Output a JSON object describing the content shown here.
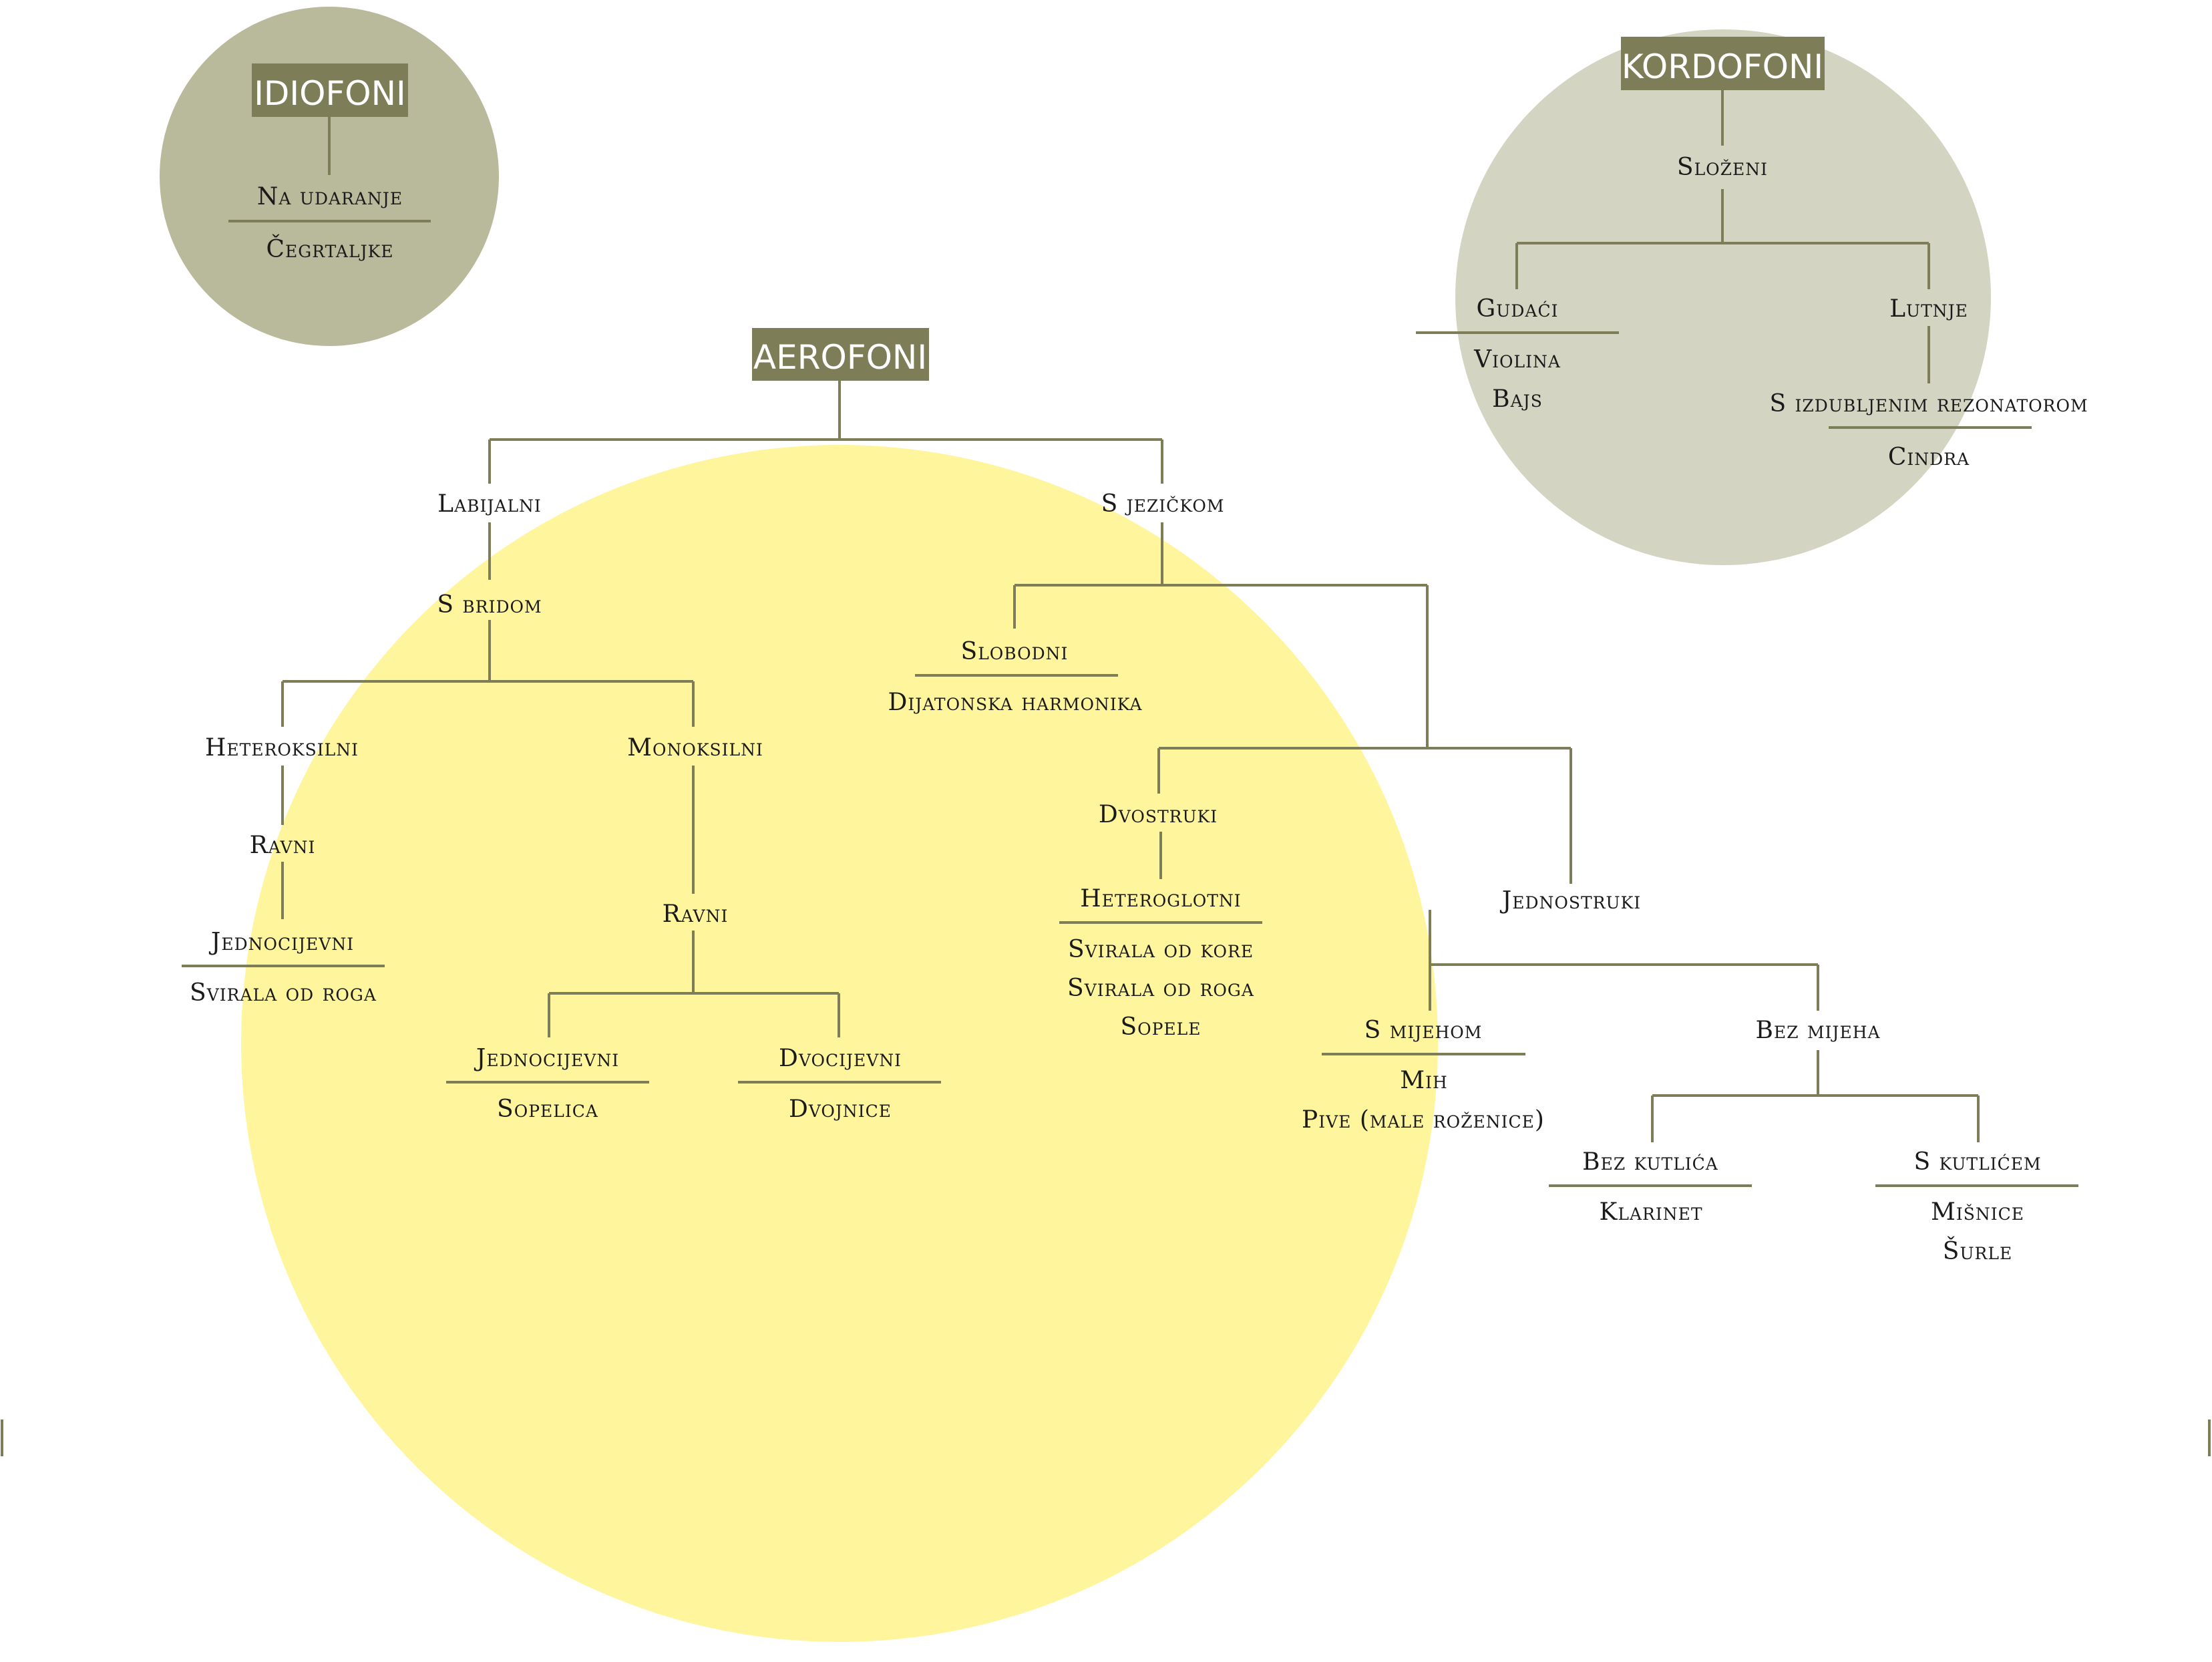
{
  "colors": {
    "idiofoni_circle": "#b9b99b",
    "kordofoni_circle": "#d4d4c2",
    "aerofoni_circle": "#fff59c",
    "header_box": "#7d7d57",
    "line": "#7d7d57"
  },
  "headers": {
    "idiofoni": "IDIOFONI",
    "kordofoni": "KORDOFONI",
    "aerofoni": "AEROFONI"
  },
  "idiofoni": {
    "na_udaranje": "Na udaranje",
    "cegrtaljke": "Čegrtaljke"
  },
  "kordofoni": {
    "slozeni": "Složeni",
    "gudaci": "Gudaći",
    "violina": "Violina",
    "bajs": "Bajs",
    "lutnje": "Lutnje",
    "s_izdubljenim": "S izdubljenim rezonatorom",
    "cindra": "Cindra"
  },
  "aerofoni": {
    "labijalni": "Labijalni",
    "s_bridom": "S bridom",
    "heteroksilni": "Heteroksilni",
    "ravni_1": "Ravni",
    "jednocijevni_1": "Jednocijevni",
    "svirala_od_roga_1": "Svirala od roga",
    "monoksilni": "Monoksilni",
    "ravni_2": "Ravni",
    "jednocijevni_2": "Jednocijevni",
    "sopelica": "Sopelica",
    "dvocijevni": "Dvocijevni",
    "dvojnice": "Dvojnice",
    "s_jezickom": "S jezičkom",
    "slobodni": "Slobodni",
    "dijatonska_harmonika": "Dijatonska harmonika",
    "dvostruki": "Dvostruki",
    "heteroglotni": "Heteroglotni",
    "svirala_od_kore": "Svirala od kore",
    "svirala_od_roga_2": "Svirala od roga",
    "sopele": "Sopele",
    "jednostruki": "Jednostruki",
    "s_mijehom": "S mijehom",
    "mih": "Mih",
    "pive": "Pive (male roženice)",
    "bez_mijeha": "Bez mijeha",
    "bez_kutlica": "Bez kutlića",
    "klarinet": "Klarinet",
    "s_kutlicem": "S kutlićem",
    "misnice": "Mišnice",
    "surle": "Šurle"
  }
}
